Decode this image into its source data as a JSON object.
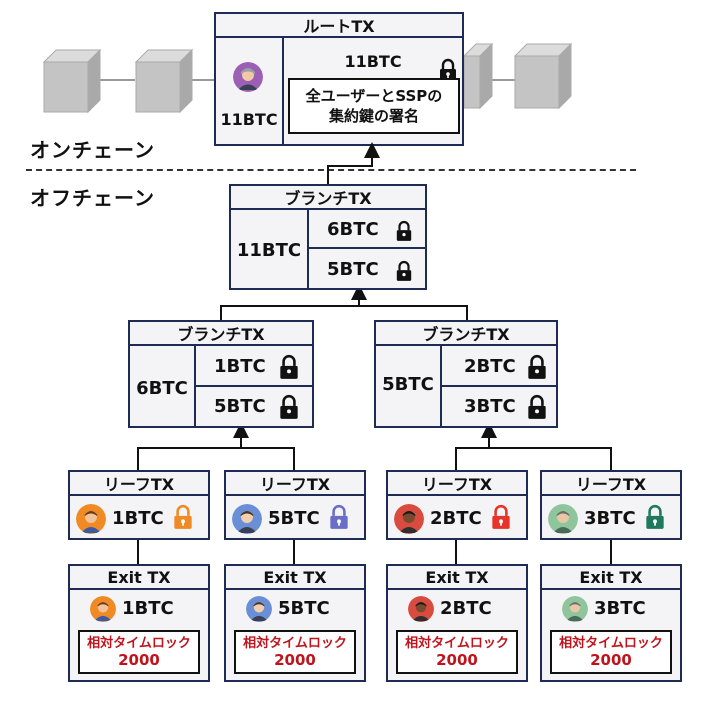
{
  "root": {
    "title": "ルートTX",
    "input_amount": "11BTC",
    "output_amount": "11BTC",
    "multisig_line1": "全ユーザーとSSPの",
    "multisig_line2": "集約鍵の署名"
  },
  "layers": {
    "onchain": "オンチェーン",
    "offchain": "オフチェーン"
  },
  "branch_top": {
    "title": "ブランチTX",
    "input": "11BTC",
    "outputs": [
      "6BTC",
      "5BTC"
    ]
  },
  "branch_left": {
    "title": "ブランチTX",
    "input": "6BTC",
    "outputs": [
      "1BTC",
      "5BTC"
    ]
  },
  "branch_right": {
    "title": "ブランチTX",
    "input": "5BTC",
    "outputs": [
      "2BTC",
      "3BTC"
    ]
  },
  "leaves": [
    {
      "title": "リーフTX",
      "amount": "1BTC",
      "lock_color": "#f08a24"
    },
    {
      "title": "リーフTX",
      "amount": "5BTC",
      "lock_color": "#6a6fc6"
    },
    {
      "title": "リーフTX",
      "amount": "2BTC",
      "lock_color": "#e8332a"
    },
    {
      "title": "リーフTX",
      "amount": "3BTC",
      "lock_color": "#1e7a5a"
    }
  ],
  "exits": [
    {
      "title": "Exit TX",
      "amount": "1BTC",
      "timelock_label": "相対タイムロック",
      "timelock_value": "2000"
    },
    {
      "title": "Exit TX",
      "amount": "5BTC",
      "timelock_label": "相対タイムロック",
      "timelock_value": "2000"
    },
    {
      "title": "Exit TX",
      "amount": "2BTC",
      "timelock_label": "相対タイムロック",
      "timelock_value": "2000"
    },
    {
      "title": "Exit TX",
      "amount": "3BTC",
      "timelock_label": "相対タイムロック",
      "timelock_value": "2000"
    }
  ]
}
